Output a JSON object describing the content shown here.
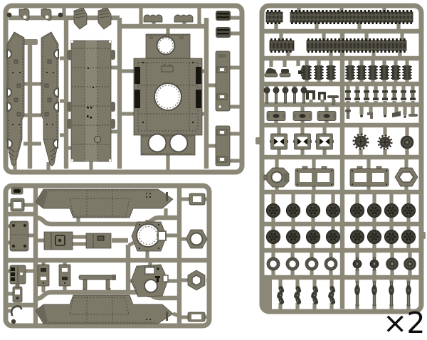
{
  "diagram": {
    "type": "plastic model kit sprue layout",
    "multiplier_label": "×2"
  },
  "colors": {
    "background": "#ffffff",
    "frame_runner": "#8c8878",
    "part": "#7d7969",
    "part_light": "#8a8676",
    "part_dark": "#6b675a",
    "plastic_dark": "#3c3a32",
    "detail_black": "#17160f",
    "rivet": "#3f3d34",
    "ring": "#55524a",
    "hole_white": "#ffffff",
    "label_black": "#0e0d0b"
  },
  "sprues": [
    {
      "id": "sprue-a",
      "name": "upper-hull-sprue",
      "parts": [
        "hull side plate ×2",
        "engine deck plate",
        "hull roof with turret ring and hatch openings",
        "side beam ×2",
        "track guard end ×2",
        "suspension bogie top ×2",
        "exhaust block ×2",
        "small fittings ×4"
      ]
    },
    {
      "id": "sprue-b",
      "name": "lower-hull-sprue",
      "parts": [
        "sponson side panel ×2",
        "turret ring",
        "turret roof with hatch",
        "hex nut mount",
        "hex plug",
        "equipment box ×2",
        "hatch plate",
        "gun barrel bench",
        "buckle clip ×2",
        "small fittings ×5"
      ]
    },
    {
      "id": "sprue-c",
      "name": "running-gear-sprue",
      "quantity_label": "×2",
      "parts": [
        "track run ×4",
        "track link section ×9",
        "road wheel ×16",
        "tyre ring ×4",
        "drive sprocket ×2",
        "idler drum ×3",
        "return roller ×2",
        "axle pin ×13",
        "T-pin ×8",
        "square hatch frame ×3",
        "suspension frame ×2",
        "hex mount ×2",
        "curved track link ×4",
        "small fittings ×12"
      ]
    }
  ]
}
